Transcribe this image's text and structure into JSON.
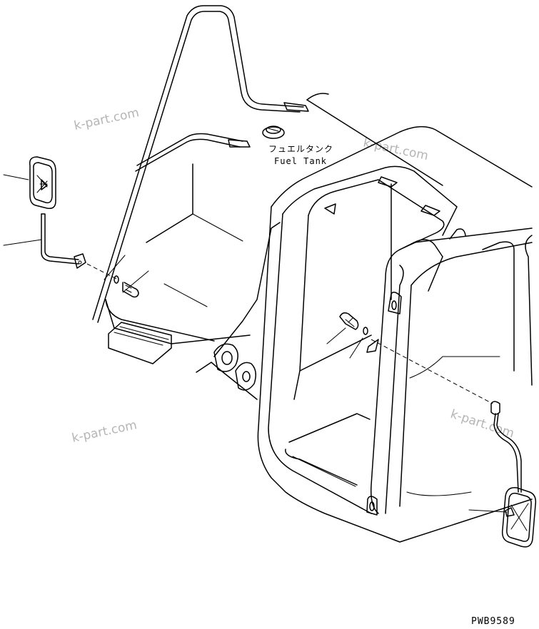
{
  "labels": {
    "fuel_tank_jp": "フュエルタンク",
    "fuel_tank_en": "Fuel Tank"
  },
  "drawing_code": "PWB9589",
  "watermark": "k-part.com"
}
